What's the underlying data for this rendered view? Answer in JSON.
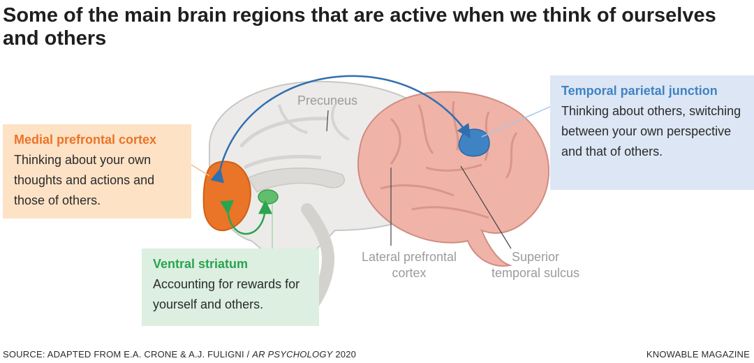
{
  "title": "Some of the main brain regions that are active when we think of ourselves and others",
  "regions": {
    "mpfc": {
      "name": "Medial prefrontal cortex",
      "description": "Thinking about your own thoughts and actions and those of others.",
      "color": "#ea7427"
    },
    "vs": {
      "name": "Ventral striatum",
      "description": "Accounting for rewards for yourself and others.",
      "color": "#2aa44f"
    },
    "tpj": {
      "name": "Temporal parietal junction",
      "description": "Thinking about others, switching between your own perspective and that of others.",
      "color": "#3f83c3"
    }
  },
  "labels": {
    "precuneus": "Precuneus",
    "lateral_pfc_line1": "Lateral prefrontal",
    "lateral_pfc_line2": "cortex",
    "sts_line1": "Superior",
    "sts_line2": "temporal sulcus"
  },
  "footer": {
    "source_prefix": "SOURCE: ADAPTED FROM E.A. CRONE & A.J. FULIGNI / ",
    "source_journal": "AR PSYCHOLOGY",
    "source_year": " 2020",
    "brand": "KNOWABLE MAGAZINE"
  }
}
